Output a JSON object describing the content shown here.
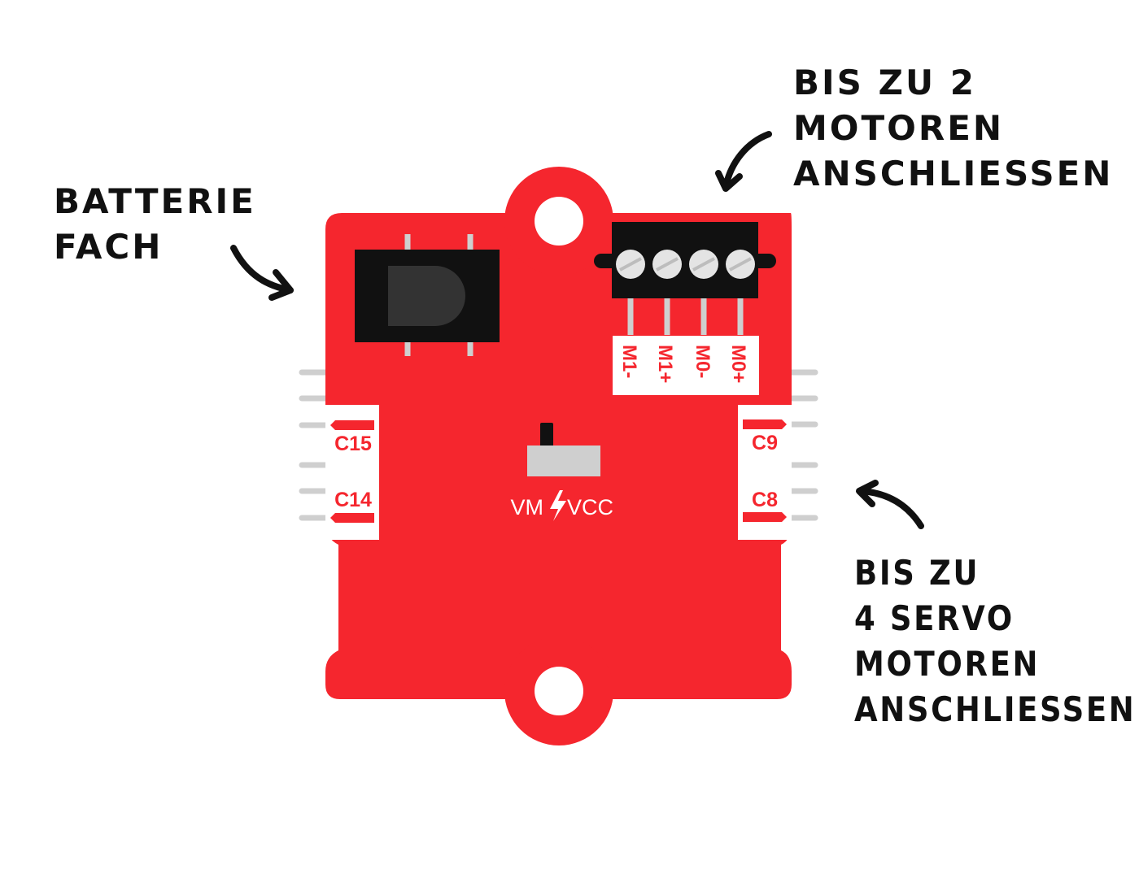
{
  "annotations": {
    "battery": [
      "BATTERIE",
      "FACH"
    ],
    "motors": [
      "BIS ZU 2",
      "MOTOREN",
      "ANSCHLIESSEN"
    ],
    "servos": [
      "BIS ZU",
      "4 SERVO",
      "MOTOREN",
      "ANSCHLIESSEN"
    ]
  },
  "board": {
    "color": "#F5262E",
    "motor_terminals": [
      "M1-",
      "M1+",
      "M0-",
      "M0+"
    ],
    "left_ports": [
      "C15",
      "C14"
    ],
    "right_ports": [
      "C9",
      "C8"
    ],
    "switch_left": "VM",
    "switch_right": "VCC",
    "switch_icon": "lightning-bolt-icon"
  }
}
